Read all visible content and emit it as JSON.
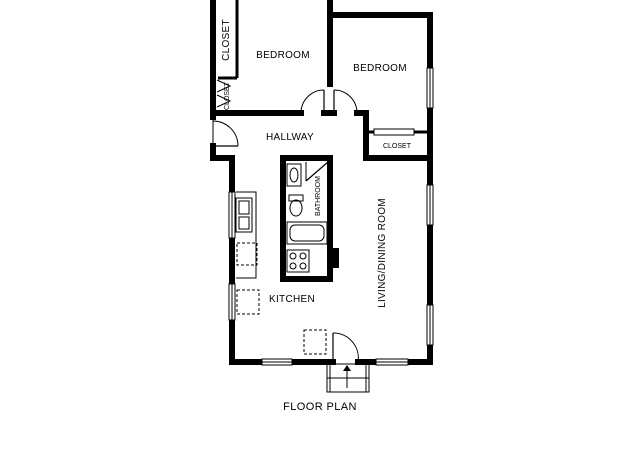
{
  "plan": {
    "rooms": {
      "bedroom_left": "BEDROOM",
      "bedroom_right": "BEDROOM",
      "closet_tall": "CLOSET",
      "closet_small": "CLOSET",
      "closet_right": "CLOSET",
      "hallway": "HALLWAY",
      "bathroom": "BATHROOM",
      "kitchen": "KITCHEN",
      "living_dining": "LIVING/DINING ROOM"
    },
    "caption": "FLOOR PLAN"
  }
}
